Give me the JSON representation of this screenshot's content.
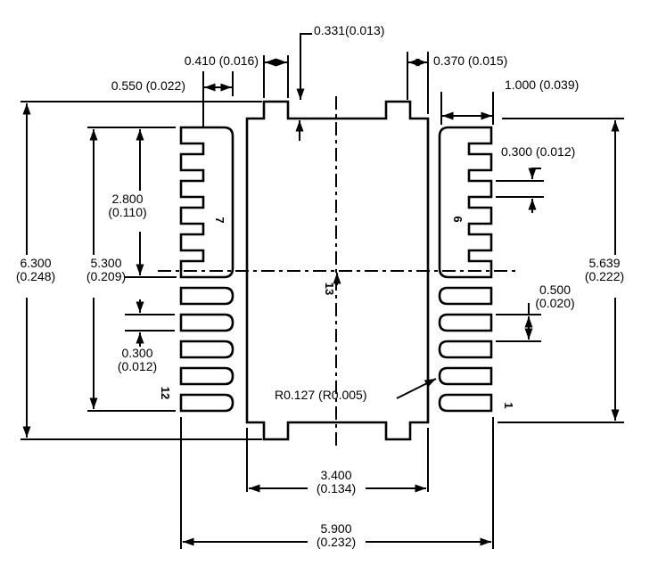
{
  "diagram": {
    "type": "package-land-pattern-drawing",
    "units_note": "dimensions shown as millimeters (inches)",
    "colors": {
      "line": "#000000",
      "background": "#ffffff"
    },
    "labels": {
      "notch_height": "0.331(0.013)",
      "top_tab_width": "0.410 (0.016)",
      "spine_width": "0.550 (0.022)",
      "tab_edge_gap": "0.370 (0.015)",
      "pad_length": "1.000 (0.039)",
      "tooth_width_right": "0.300 (0.012)",
      "comb_height": {
        "mm": "2.800",
        "in": "(0.110)"
      },
      "overall_height": {
        "mm": "6.300",
        "in": "(0.248)"
      },
      "pad_span_height": {
        "mm": "5.300",
        "in": "(0.209)"
      },
      "body_height": {
        "mm": "5.639",
        "in": "(0.222)"
      },
      "pad_pitch": {
        "mm": "0.500",
        "in": "(0.020)"
      },
      "pad_width_left": {
        "mm": "0.300",
        "in": "(0.012)"
      },
      "corner_radius": "R0.127 (R0.005)",
      "body_width": {
        "mm": "3.400",
        "in": "(0.134)"
      },
      "overall_width": {
        "mm": "5.900",
        "in": "(0.232)"
      }
    },
    "pins": {
      "top_left": "7",
      "bottom_left": "12",
      "top_right": "6",
      "bottom_right": "1",
      "center_pad": "13"
    }
  }
}
